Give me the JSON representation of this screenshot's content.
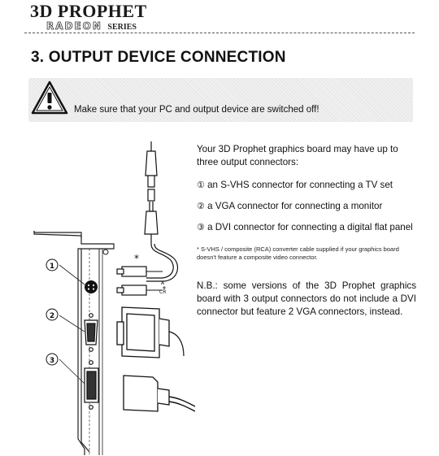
{
  "header": {
    "brand_main": "3D PROPHET",
    "brand_radeon": "RADEON",
    "brand_series": "SERIES"
  },
  "section": {
    "title": "3. OUTPUT DEVICE CONNECTION"
  },
  "warning": {
    "icon": "warning-triangle-icon",
    "text": "Make sure that your PC and output device are switched off!"
  },
  "intro": "Your 3D Prophet graphics board may have up to three output connectors:",
  "connectors": [
    {
      "marker": "①",
      "text": "an S-VHS connector for connecting a TV set"
    },
    {
      "marker": "②",
      "text": "a VGA connector for connecting a monitor"
    },
    {
      "marker": "③",
      "text": "a DVI connector for connecting a digital flat panel"
    }
  ],
  "footnote": "* S-VHS / composite (RCA) converter cable supplied if your graphics board doesn't feature a composite video connector.",
  "note": "N.B.: some versions of the 3D Prophet graphics board with 3 output connectors do not include a DVI connector but feature 2 VGA connectors, instead.",
  "illustration": {
    "callouts": [
      "①",
      "②",
      "③"
    ],
    "asterisk": "*",
    "cable_labels": [
      "A",
      "CR"
    ]
  }
}
